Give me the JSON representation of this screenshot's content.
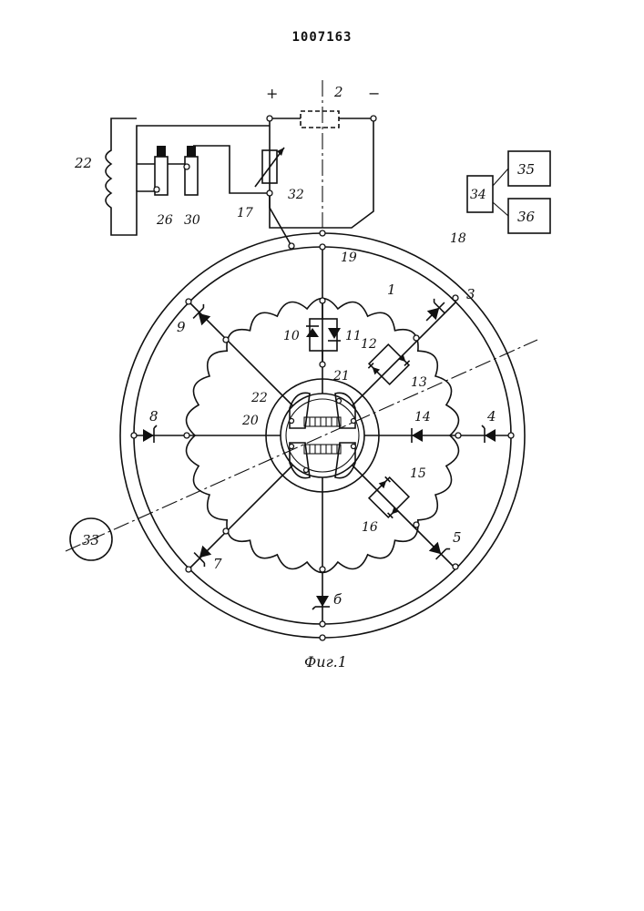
{
  "patent_number": "1007163",
  "figure_caption": "Фиг.1",
  "polarity": {
    "plus": "+",
    "minus": "−"
  },
  "labels": {
    "n1": "1",
    "n2": "2",
    "n3": "3",
    "n4": "4",
    "n5": "5",
    "n6": "б",
    "n7": "7",
    "n8": "8",
    "n9": "9",
    "n10": "10",
    "n11": "11",
    "n12": "12",
    "n13": "13",
    "n14": "14",
    "n15": "15",
    "n16": "16",
    "n17": "17",
    "n18": "18",
    "n19": "19",
    "n20": "20",
    "n21": "21",
    "n22a": "22",
    "n22b": "22",
    "n26": "26",
    "n30": "30",
    "n32": "32",
    "n33": "33",
    "n34": "34",
    "n35": "35",
    "n36": "36"
  }
}
